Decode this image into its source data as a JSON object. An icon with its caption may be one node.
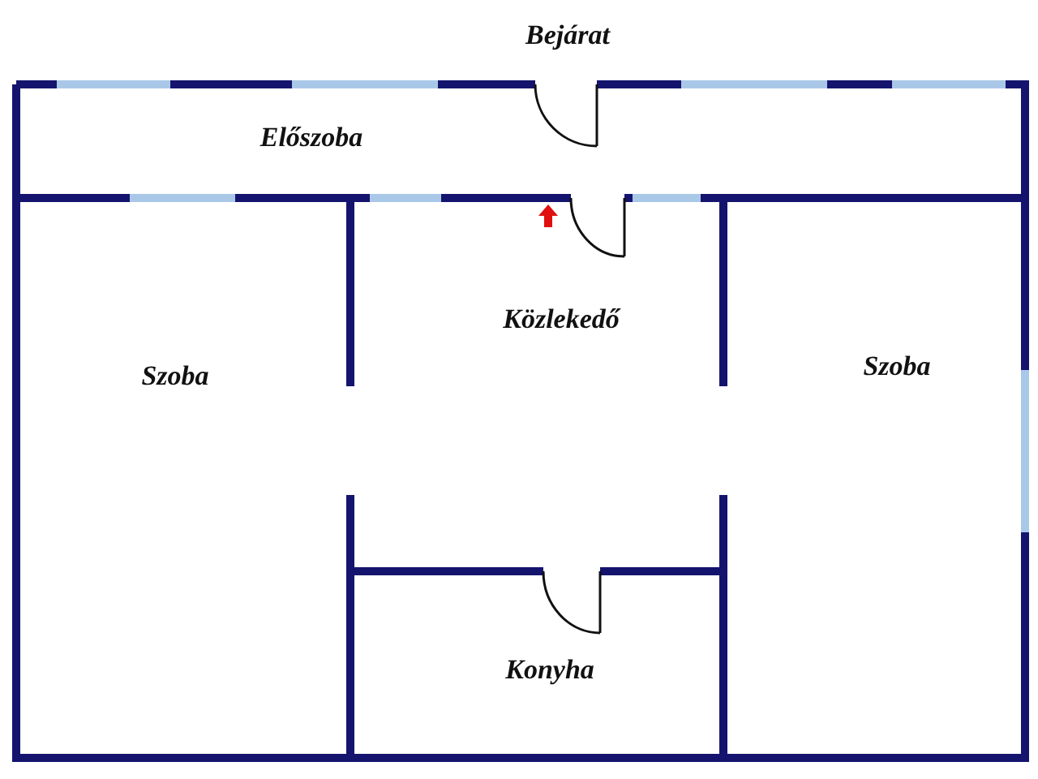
{
  "diagram": {
    "labels": [
      "Bejárat",
      "Előszoba",
      "Közlekedő",
      "Szoba",
      "Szoba",
      "Konyha"
    ]
  }
}
